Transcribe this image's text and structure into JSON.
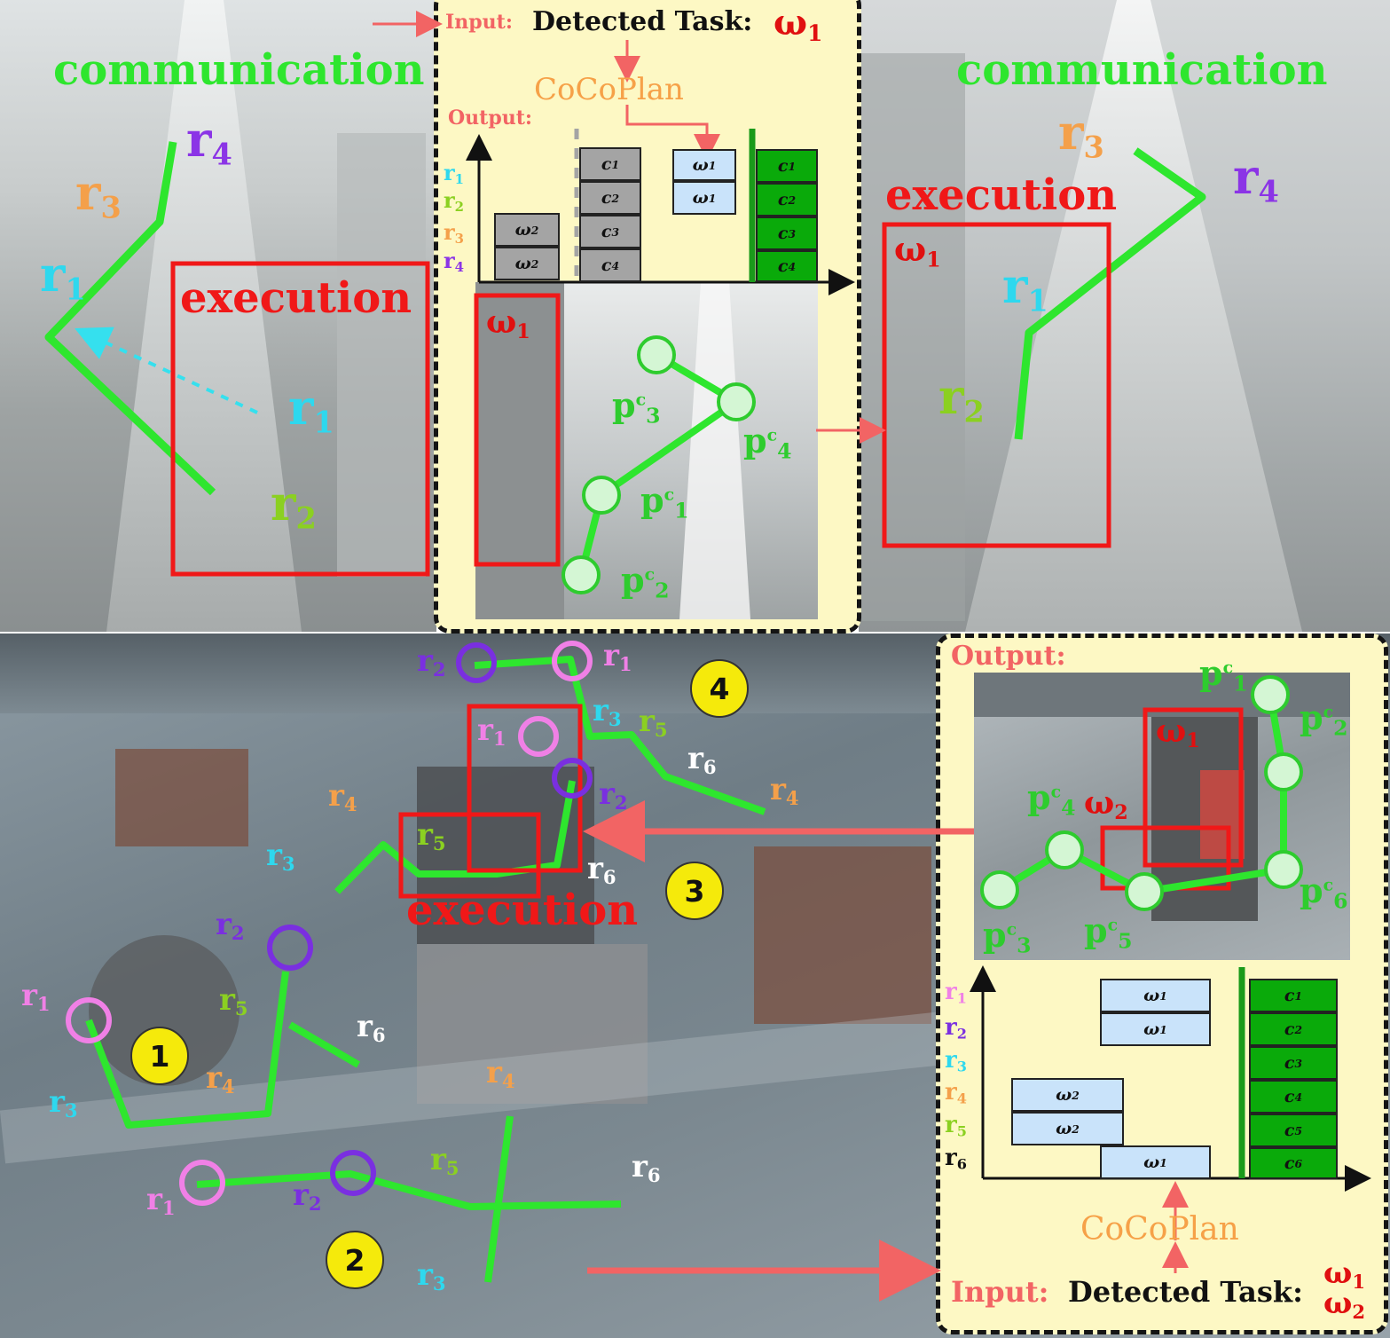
{
  "top_left": {
    "communication": "communication",
    "execution": "execution",
    "robots": [
      {
        "base": "r",
        "sub": "4",
        "color": "#8b34e6"
      },
      {
        "base": "r",
        "sub": "3",
        "color": "#f4a04a"
      },
      {
        "base": "r",
        "sub": "1",
        "color": "#2ed8ee"
      },
      {
        "base": "r",
        "sub": "1",
        "color": "#2ed8ee"
      },
      {
        "base": "r",
        "sub": "2",
        "color": "#8bd021"
      }
    ]
  },
  "top_panel": {
    "input_label": "Input:",
    "detected_task_text": "Detected Task:",
    "task": {
      "base": "ω",
      "sub": "1"
    },
    "planner": "CoCoPlan",
    "output_label": "Output:",
    "rows": [
      {
        "base": "r",
        "sub": "1",
        "color": "#2ed8ee"
      },
      {
        "base": "r",
        "sub": "2",
        "color": "#8bd021"
      },
      {
        "base": "r",
        "sub": "3",
        "color": "#f4a04a"
      },
      {
        "base": "r",
        "sub": "4",
        "color": "#8b34e6"
      }
    ],
    "gray_w": [
      {
        "base": "ω",
        "sub": "2"
      },
      {
        "base": "ω",
        "sub": "2"
      }
    ],
    "gray_c": [
      {
        "base": "c",
        "sub": "1"
      },
      {
        "base": "c",
        "sub": "2"
      },
      {
        "base": "c",
        "sub": "3"
      },
      {
        "base": "c",
        "sub": "4"
      }
    ],
    "blue_w": [
      {
        "base": "ω",
        "sub": "1"
      },
      {
        "base": "ω",
        "sub": "1"
      }
    ],
    "green_c": [
      {
        "base": "c",
        "sub": "1"
      },
      {
        "base": "c",
        "sub": "2"
      },
      {
        "base": "c",
        "sub": "3"
      },
      {
        "base": "c",
        "sub": "4"
      }
    ],
    "task_box": {
      "base": "ω",
      "sub": "1"
    },
    "points": [
      {
        "base": "p",
        "sup": "c",
        "sub": "3"
      },
      {
        "base": "p",
        "sup": "c",
        "sub": "4"
      },
      {
        "base": "p",
        "sup": "c",
        "sub": "1"
      },
      {
        "base": "p",
        "sup": "c",
        "sub": "2"
      }
    ]
  },
  "top_right": {
    "communication": "communication",
    "execution": "execution",
    "task_box": {
      "base": "ω",
      "sub": "1"
    },
    "robots": [
      {
        "base": "r",
        "sub": "3",
        "color": "#f4a04a"
      },
      {
        "base": "r",
        "sub": "4",
        "color": "#8b34e6"
      },
      {
        "base": "r",
        "sub": "1",
        "color": "#2ed8ee"
      },
      {
        "base": "r",
        "sub": "2",
        "color": "#8bd021"
      }
    ]
  },
  "bottom_left": {
    "execution": "execution",
    "steps": [
      "1",
      "2",
      "3",
      "4"
    ],
    "robots": [
      {
        "base": "r",
        "sub": "2",
        "color": "#7a2fe0"
      },
      {
        "base": "r",
        "sub": "1",
        "color": "#f080e6"
      },
      {
        "base": "r",
        "sub": "1",
        "color": "#f080e6"
      },
      {
        "base": "r",
        "sub": "3",
        "color": "#2ed8ee"
      },
      {
        "base": "r",
        "sub": "5",
        "color": "#8bd021"
      },
      {
        "base": "r",
        "sub": "2",
        "color": "#7a2fe0"
      },
      {
        "base": "r",
        "sub": "6",
        "color": "#ffffff"
      },
      {
        "base": "r",
        "sub": "4",
        "color": "#f4a04a"
      },
      {
        "base": "r",
        "sub": "4",
        "color": "#f4a04a"
      },
      {
        "base": "r",
        "sub": "3",
        "color": "#2ed8ee"
      },
      {
        "base": "r",
        "sub": "5",
        "color": "#8bd021"
      },
      {
        "base": "r",
        "sub": "6",
        "color": "#ffffff"
      },
      {
        "base": "r",
        "sub": "2",
        "color": "#7a2fe0"
      },
      {
        "base": "r",
        "sub": "1",
        "color": "#f080e6"
      },
      {
        "base": "r",
        "sub": "5",
        "color": "#8bd021"
      },
      {
        "base": "r",
        "sub": "6",
        "color": "#ffffff"
      },
      {
        "base": "r",
        "sub": "4",
        "color": "#f4a04a"
      },
      {
        "base": "r",
        "sub": "3",
        "color": "#2ed8ee"
      },
      {
        "base": "r",
        "sub": "4",
        "color": "#f4a04a"
      },
      {
        "base": "r",
        "sub": "1",
        "color": "#f080e6"
      },
      {
        "base": "r",
        "sub": "2",
        "color": "#7a2fe0"
      },
      {
        "base": "r",
        "sub": "5",
        "color": "#8bd021"
      },
      {
        "base": "r",
        "sub": "6",
        "color": "#ffffff"
      },
      {
        "base": "r",
        "sub": "3",
        "color": "#2ed8ee"
      }
    ]
  },
  "bottom_panel": {
    "output_label": "Output:",
    "rows": [
      {
        "base": "r",
        "sub": "1",
        "color": "#f080e6"
      },
      {
        "base": "r",
        "sub": "2",
        "color": "#7a2fe0"
      },
      {
        "base": "r",
        "sub": "3",
        "color": "#2ed8ee"
      },
      {
        "base": "r",
        "sub": "4",
        "color": "#f4a04a"
      },
      {
        "base": "r",
        "sub": "5",
        "color": "#8bd021"
      },
      {
        "base": "r",
        "sub": "6",
        "color": "#111111"
      }
    ],
    "blue_w1": [
      {
        "base": "ω",
        "sub": "1"
      },
      {
        "base": "ω",
        "sub": "1"
      }
    ],
    "blue_w2": [
      {
        "base": "ω",
        "sub": "2"
      },
      {
        "base": "ω",
        "sub": "2"
      }
    ],
    "blue_w_low": {
      "base": "ω",
      "sub": "1"
    },
    "green_c": [
      {
        "base": "c",
        "sub": "1"
      },
      {
        "base": "c",
        "sub": "2"
      },
      {
        "base": "c",
        "sub": "3"
      },
      {
        "base": "c",
        "sub": "4"
      },
      {
        "base": "c",
        "sub": "5"
      },
      {
        "base": "c",
        "sub": "6"
      }
    ],
    "planner": "CoCoPlan",
    "input_label": "Input:",
    "detected_task_text": "Detected Task:",
    "tasks": [
      {
        "base": "ω",
        "sub": "1"
      },
      {
        "base": "ω",
        "sub": "2"
      }
    ],
    "task_boxes": [
      {
        "base": "ω",
        "sub": "1"
      },
      {
        "base": "ω",
        "sub": "2"
      }
    ],
    "points": [
      {
        "base": "p",
        "sup": "c",
        "sub": "1"
      },
      {
        "base": "p",
        "sup": "c",
        "sub": "2"
      },
      {
        "base": "p",
        "sup": "c",
        "sub": "4"
      },
      {
        "base": "p",
        "sup": "c",
        "sub": "6"
      },
      {
        "base": "p",
        "sup": "c",
        "sub": "3"
      },
      {
        "base": "p",
        "sup": "c",
        "sub": "5"
      }
    ]
  },
  "colors": {
    "link": "#2ee62e",
    "exec": "#f01818",
    "arrow": "#f26464",
    "planner": "#f6a148",
    "panel_bg": "#fdf8c4"
  }
}
